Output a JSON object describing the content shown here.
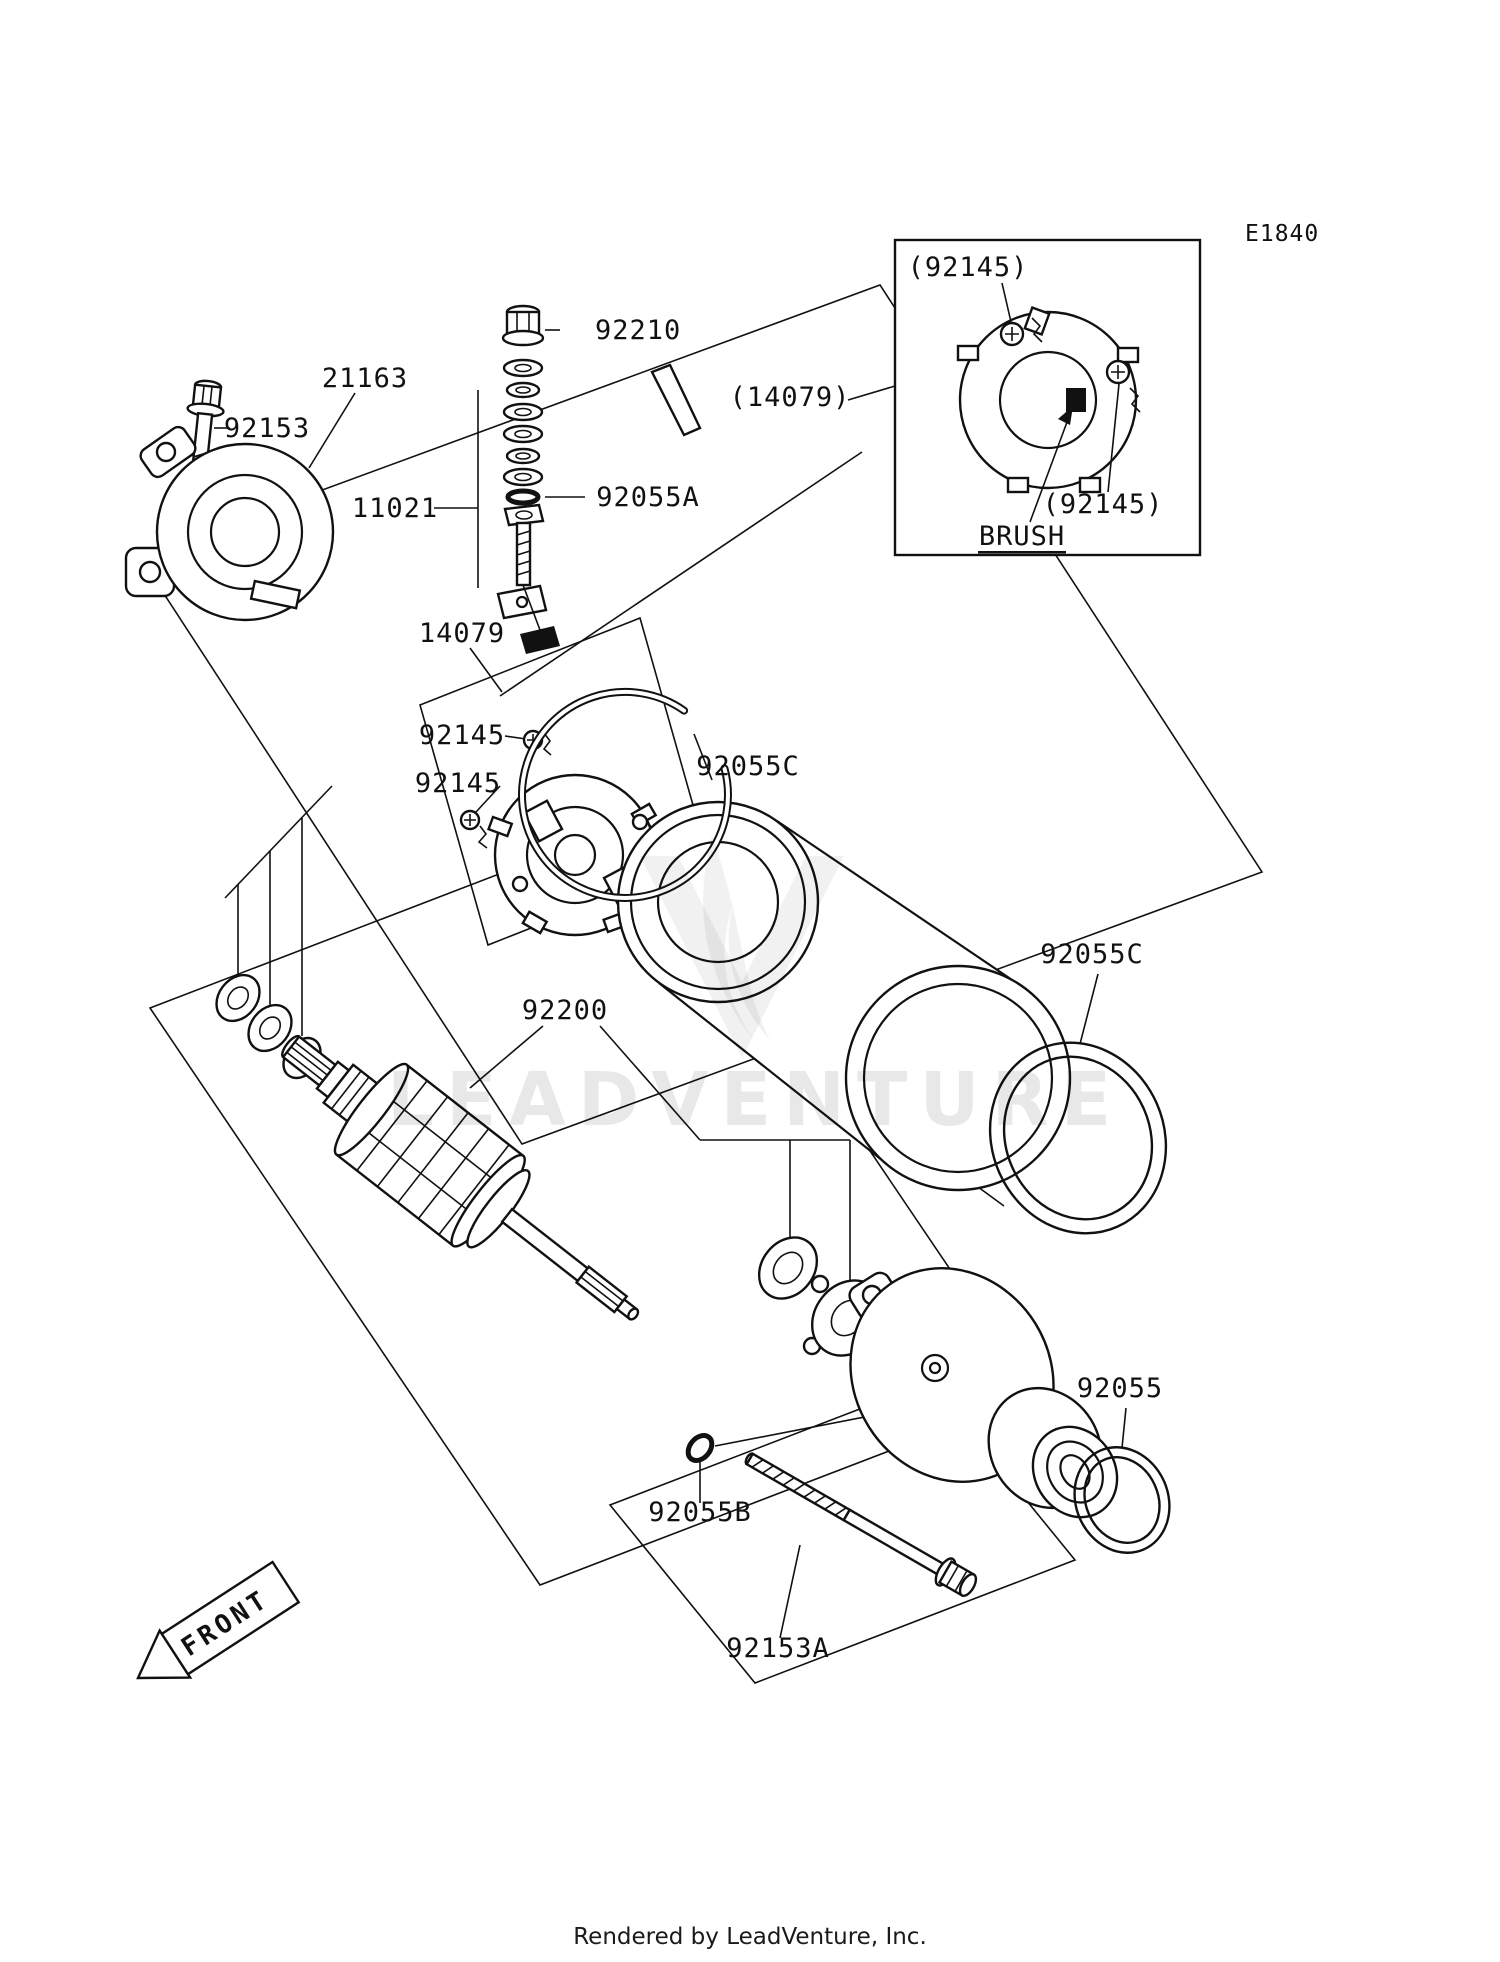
{
  "page": {
    "diagram_code": "E1840",
    "front_label": "FRONT",
    "watermark": "LEADVENTURE",
    "footer": "Rendered by LeadVenture, Inc.",
    "background_color": "#ffffff",
    "line_color": "#111111"
  },
  "inset": {
    "ref_label": "(14079)",
    "brush_screw_top_label": "(92145)",
    "brush_screw_bottom_label": "(92145)",
    "brush_label": "BRUSH"
  },
  "parts": {
    "bolt_front_cover": {
      "label": "92153"
    },
    "end_cover_front": {
      "label": "21163"
    },
    "terminal_nut": {
      "label": "92210"
    },
    "terminal_washer_set": {
      "label": "11021"
    },
    "oring_terminal": {
      "label": "92055A"
    },
    "brush_holder": {
      "label": "14079"
    },
    "brush_upper": {
      "label": "92145"
    },
    "brush_lower": {
      "label": "92145"
    },
    "oring_yoke_front": {
      "label": "92055C"
    },
    "oring_yoke_rear": {
      "label": "92055C"
    },
    "armature": {
      "label": "92200"
    },
    "oring_end_cover": {
      "label": "92055"
    },
    "oring_bolt": {
      "label": "92055B"
    },
    "bolt_through": {
      "label": "92153A"
    }
  }
}
